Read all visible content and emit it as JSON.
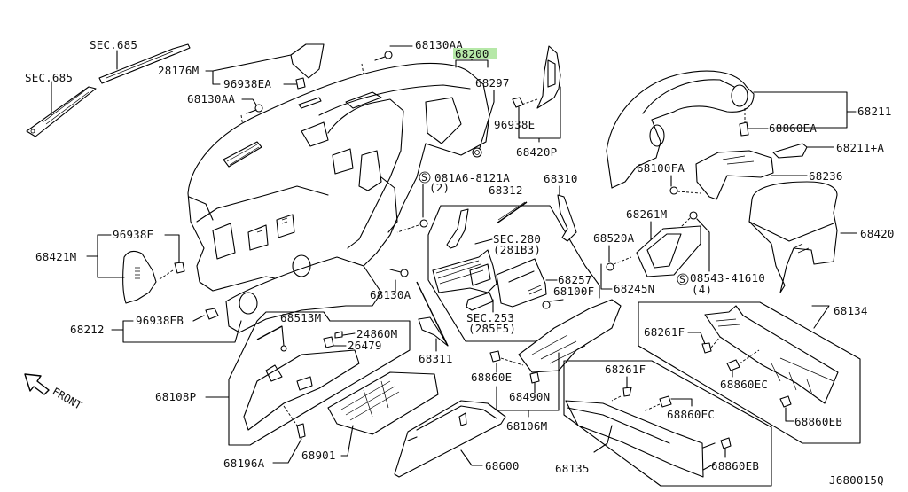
{
  "diagram": {
    "title": "Instrument panel, pad & cluster lid — exploded parts view",
    "reference_code": "J680015Q",
    "orientation_label": "FRONT",
    "highlight_color": "#b6e8a8",
    "highlighted_part": "68200",
    "screw_symbol": "S"
  },
  "callouts": {
    "sec685_a": "SEC.685",
    "sec685_b": "SEC.685",
    "p28176M": "28176M",
    "p96938EA": "96938EA",
    "p68130AA_left": "68130AA",
    "p68130AA_top": "68130AA",
    "p68200": "68200",
    "p68297": "68297",
    "p96938E_top": "96938E",
    "p68420P": "68420P",
    "p68211": "68211",
    "p68860EA": "68860EA",
    "p68211A": "68211+A",
    "p68236": "68236",
    "p68100FA": "68100FA",
    "p081A6": "081A6-8121A",
    "p081A6_qty": "(2)",
    "p68310": "68310",
    "p68312": "68312",
    "sec280": "SEC.280",
    "sec280_sub": "(281B3)",
    "p68261M": "68261M",
    "p68520A": "68520A",
    "p68420": "68420",
    "p08543": "08543-41610",
    "p08543_qty": "(4)",
    "p68257": "68257",
    "p68100F": "68100F",
    "p68245N": "68245N",
    "p96938E_left": "96938E",
    "p68421M": "68421M",
    "p68130A": "68130A",
    "sec253": "SEC.253",
    "sec253_sub": "(285E5)",
    "p96938EB": "96938EB",
    "p68212": "68212",
    "p68513M": "68513M",
    "p24860M": "24860M",
    "p26479": "26479",
    "p68311": "68311",
    "p68134": "68134",
    "p68261F_a": "68261F",
    "p68860EC_a": "68860EC",
    "p68860EB_a": "68860EB",
    "p68860E": "68860E",
    "p68490N": "68490N",
    "p68108P": "68108P",
    "p68106M": "68106M",
    "p68261F_b": "68261F",
    "p68860EC_b": "68860EC",
    "p68196A": "68196A",
    "p68901": "68901",
    "p68600": "68600",
    "p68135": "68135",
    "p68860EB_b": "68860EB"
  }
}
